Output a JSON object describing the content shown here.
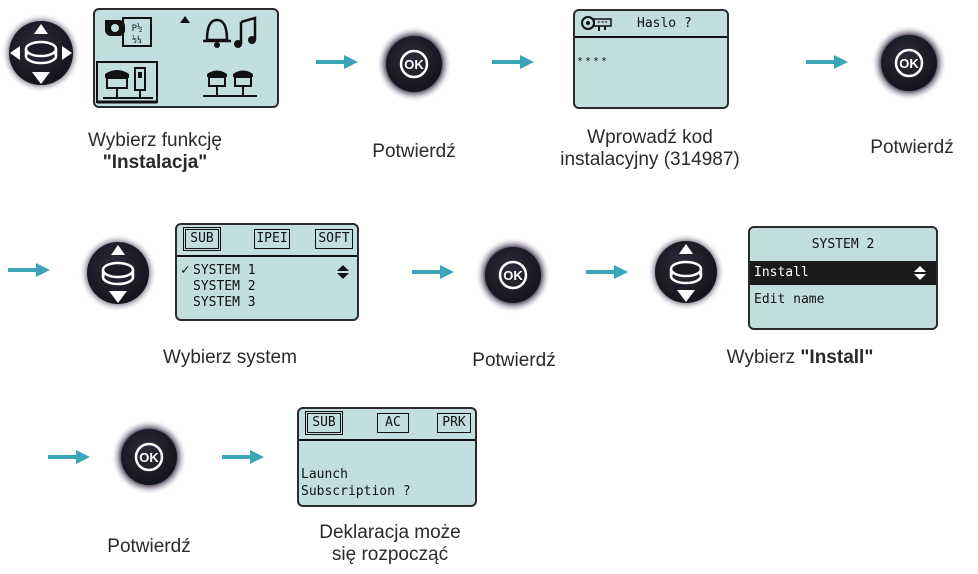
{
  "step1": {
    "caption_line1": "Wybierz funkcję",
    "caption_line2": "\"Instalacja\""
  },
  "ok_label": "OK",
  "confirm_label": "Potwierdź",
  "step3": {
    "screen_title": "Haslo ?",
    "screen_value": "****",
    "caption_line1": "Wprowadź kod",
    "caption_line2": "instalacyjny (314987)"
  },
  "step5": {
    "tabs": [
      "SUB",
      "IPEI",
      "SOFT"
    ],
    "items": [
      "SYSTEM 1",
      "SYSTEM 2",
      "SYSTEM 3"
    ],
    "checked_mark": "✓",
    "caption": "Wybierz system"
  },
  "step7": {
    "title": "SYSTEM 2",
    "items": [
      "Install",
      "Edit name"
    ],
    "caption_prefix": "Wybierz ",
    "caption_bold": "\"Install\""
  },
  "step9": {
    "tabs": [
      "SUB",
      "AC",
      "PRK"
    ],
    "line1": "Launch",
    "line2": "Subscription ?",
    "caption_line1": "Deklaracja może",
    "caption_line2": "się rozpocząć"
  },
  "colors": {
    "arrow": "#3aa6b8",
    "lcd": "#c2dede",
    "button_dark": "#1e1e2e"
  }
}
